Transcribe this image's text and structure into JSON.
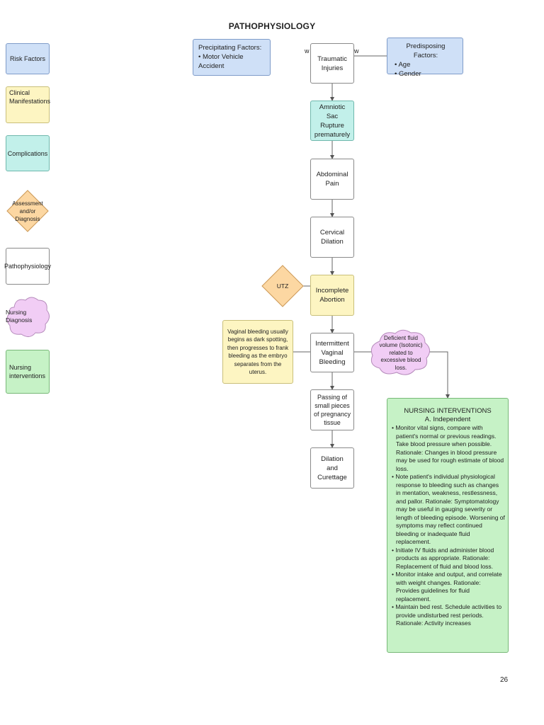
{
  "page": {
    "title": "PATHOPHYSIOLOGY",
    "page_number": "26"
  },
  "legend": {
    "risk_factors": "Risk Factors",
    "clinical_manifestations": "Clinical Manifestations",
    "complications": "Complications",
    "assessment": "Assessment and/or Diagnosis",
    "pathophysiology": "Pathophysiology",
    "nursing_diagnosis": "Nursing Diagnosis",
    "nursing_interventions": "Nursing interventions"
  },
  "precipitating": {
    "title": "Precipitating Factors:",
    "items": [
      "Motor Vehicle Accident"
    ]
  },
  "predisposing": {
    "title": "Predisposing Factors:",
    "items": [
      "Age",
      "Gender"
    ]
  },
  "flow": {
    "w_left": "w",
    "w_right": "w",
    "traumatic": "Traumatic Injuries",
    "amniotic": "Amniotic Sac Rupture prematurely",
    "abdominal": "Abdominal Pain",
    "cervical": "Cervical Dilation",
    "incomplete": "Incomplete Abortion",
    "utz": "UTZ",
    "bleeding": "Intermittent Vaginal Bleeding",
    "vaginal_note": "Vaginal bleeding usually begins as dark spotting, then progresses to frank bleeding as the embryo separates from the uterus.",
    "deficient": "Deficient fluid volume (Isotonic) related to excessive blood loss.",
    "passing": "Passing of small pieces of pregnancy tissue",
    "dilation": "Dilation and Curettage"
  },
  "nursing": {
    "title": "NURSING INTERVENTIONS",
    "subtitle": "A. Independent",
    "items": [
      "Monitor vital signs, compare with patient's normal or previous readings. Take blood pressure when possible. Rationale: Changes in blood pressure may be used for rough estimate of blood loss.",
      "Note patient's individual physiological response to bleeding such as changes in mentation, weakness, restlessness, and pallor. Rationale: Symptomatology may be useful in gauging severity or length of bleeding episode. Worsening of symptoms may reflect continued bleeding or inadequate fluid replacement.",
      "Initiate IV fluids and administer blood products as appropriate. Rationale: Replacement of fluid and blood loss.",
      "Monitor intake and output, and correlate with weight changes. Rationale: Provides guidelines for fluid replacement.",
      "Maintain bed rest. Schedule activities to provide undisturbed rest periods. Rationale: Activity increases"
    ]
  },
  "colors": {
    "risk": "#cfe0f7",
    "clinical": "#fdf5c2",
    "complication": "#c2f0ea",
    "assessment": "#fcd7a2",
    "nursing_dx": "#f1cdf5",
    "intervention": "#c6f2c6"
  }
}
